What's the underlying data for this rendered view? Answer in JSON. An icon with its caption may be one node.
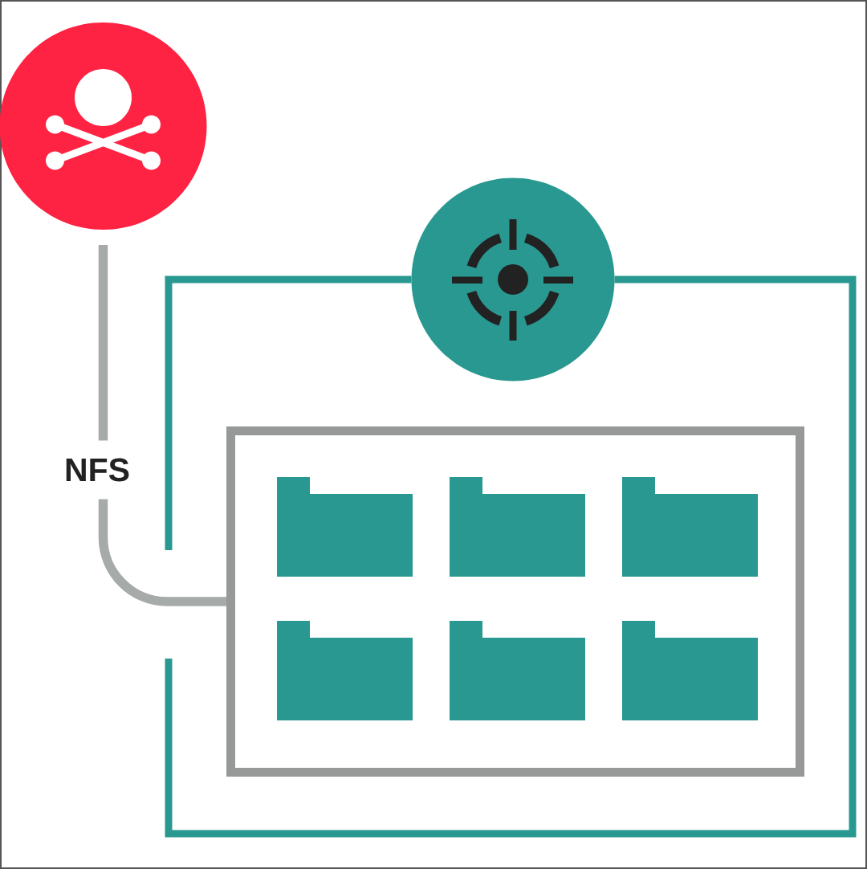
{
  "diagram": {
    "nodes": [
      {
        "text": [],
        "shape": "circle"
      },
      {
        "text": [],
        "shape": "circle"
      },
      {
        "text": [],
        "shape": "box"
      },
      {
        "text": [],
        "shape": "folder",
        "in": 2
      },
      {
        "text": [],
        "shape": "folder",
        "in": 2
      },
      {
        "text": [],
        "shape": "folder",
        "in": 2
      },
      {
        "text": [],
        "shape": "folder",
        "in": 2
      },
      {
        "text": [],
        "shape": "folder",
        "in": 2
      },
      {
        "text": [],
        "shape": "folder",
        "in": 2
      }
    ],
    "edges": [
      {
        "from": 0,
        "to": 2,
        "arrow": "none",
        "label": "NFS",
        "color": "#a6aaa9"
      },
      {
        "from": 1,
        "to": null,
        "arrow": "none"
      },
      {
        "from": 1,
        "to": null,
        "arrow": "none"
      }
    ]
  }
}
